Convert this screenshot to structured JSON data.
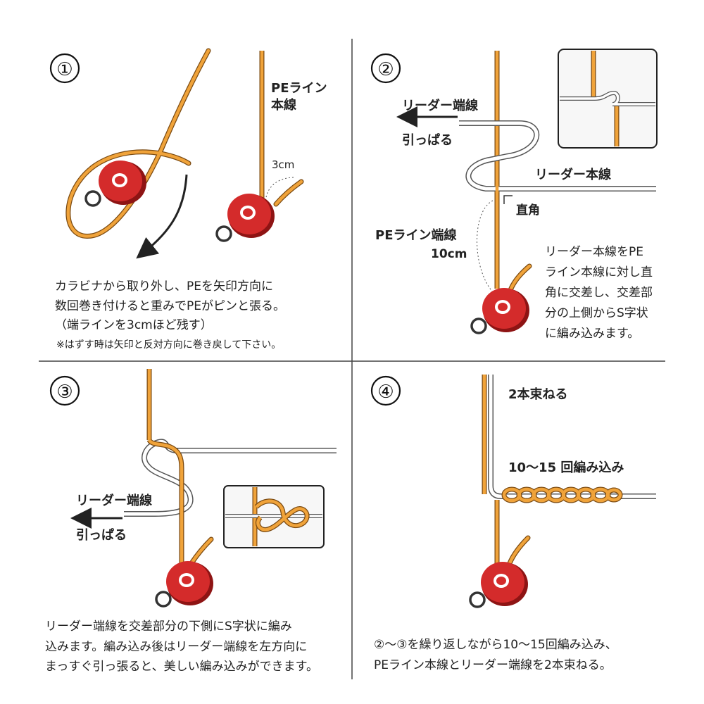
{
  "colors": {
    "pe_line": "#f0a33a",
    "pe_line_edge": "#7a4a12",
    "leader_fill": "#ffffff",
    "leader_edge": "#555555",
    "reel_red": "#d42b2b",
    "reel_dark": "#8e1414",
    "text": "#222222",
    "divider": "#444444"
  },
  "panels": [
    {
      "number": "①",
      "labels": {
        "pe_main": [
          "PEライン",
          "本線"
        ],
        "length": "3cm"
      },
      "caption": [
        "カラビナから取り外し、PEを矢印方向に",
        "数回巻き付けると重みでPEがピンと張る。",
        "（端ラインを3cmほど残す）"
      ],
      "note": "※はずす時は矢印と反対方向に巻き戻して下さい。"
    },
    {
      "number": "②",
      "labels": {
        "leader_tag": "リーダー端線",
        "pull": "引っぱる",
        "leader_main": "リーダー本線",
        "right_angle": "直角",
        "pe_tag": "PEライン端線",
        "pe_tag_len": "10cm"
      },
      "caption": [
        "リーダー本線をPE",
        "ライン本線に対し直",
        "角に交差し、交差部",
        "分の上側からS字状",
        "に編み込みます。"
      ]
    },
    {
      "number": "③",
      "labels": {
        "leader_tag": "リーダー端線",
        "pull": "引っぱる"
      },
      "caption": [
        "リーダー端線を交差部分の下側にS字状に編み",
        "込みます。編み込み後はリーダー端線を左方向に",
        "まっすぐ引っ張ると、美しい編み込みができます。"
      ]
    },
    {
      "number": "④",
      "labels": {
        "bundle": "2本束ねる",
        "weave": "10～15 回編み込み"
      },
      "caption": [
        "②～③を繰り返しながら10～15回編み込み、",
        "PEライン本線とリーダー端線を2本束ねる。"
      ]
    }
  ]
}
